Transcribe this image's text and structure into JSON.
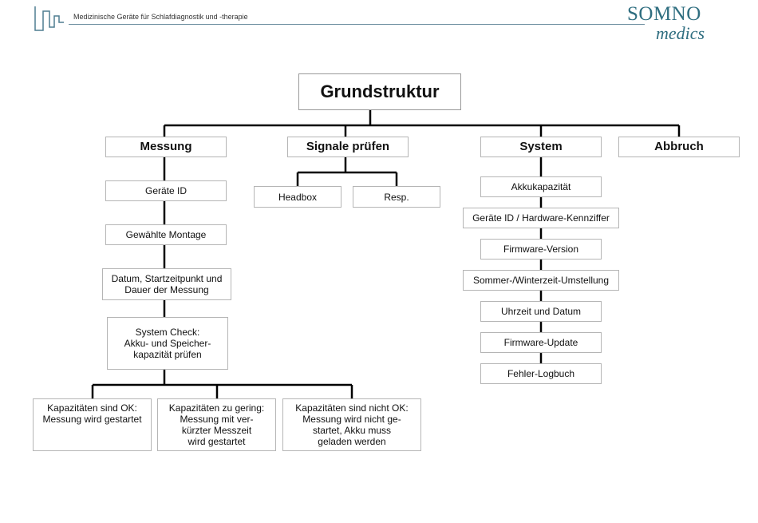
{
  "header": {
    "subtitle": "Medizinische Geräte für Schlafdiagnostik und -therapie",
    "logo_top": "SOMNO",
    "logo_bottom": "medics"
  },
  "diagram": {
    "root": "Grundstruktur",
    "categories": {
      "messung": "Messung",
      "signale": "Signale prüfen",
      "system": "System",
      "abbruch": "Abbruch"
    },
    "messung": {
      "geraete_id": "Geräte ID",
      "montage": "Gewählte Montage",
      "datum_line1": "Datum, Startzeitpunkt und",
      "datum_line2": "Dauer der Messung",
      "check_line1": "System Check:",
      "check_line2": "Akku- und Speicher-",
      "check_line3": "kapazität prüfen",
      "ok_line1": "Kapazitäten sind OK:",
      "ok_line2": "Messung wird gestartet",
      "low_line1": "Kapazitäten zu gering:",
      "low_line2": "Messung mit ver-",
      "low_line3": "kürzter Messzeit",
      "low_line4": "wird gestartet",
      "notok_line1": "Kapazitäten sind nicht OK:",
      "notok_line2": "Messung wird nicht ge-",
      "notok_line3": "startet, Akku muss",
      "notok_line4": "geladen werden"
    },
    "signale": {
      "headbox": "Headbox",
      "resp": "Resp."
    },
    "system": {
      "items": [
        "Akkukapazität",
        "Geräte ID / Hardware-Kennziffer",
        "Firmware-Version",
        "Sommer-/Winterzeit-Umstellung",
        "Uhrzeit und Datum",
        "Firmware-Update",
        "Fehler-Logbuch"
      ]
    }
  }
}
